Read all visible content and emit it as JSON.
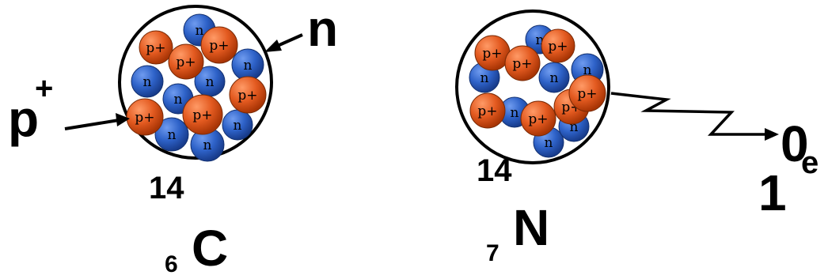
{
  "colors": {
    "proton": "#e35a20",
    "neutron": "#2e62c8",
    "nucleus_bg": "#ffffff",
    "ink": "#000000"
  },
  "particles": {
    "proton_text": "p+",
    "neutron_text": "n"
  },
  "labels": {
    "neutron": "n",
    "proton_base": "p",
    "proton_sup": "+",
    "carbon_mass": "14",
    "carbon_atomic": "6",
    "carbon_symbol": "C",
    "nitrogen_mass": "14",
    "nitrogen_atomic": "7",
    "nitrogen_symbol": "N",
    "electron_top": "0",
    "electron_bottom": "1",
    "electron_symbol": "e"
  }
}
